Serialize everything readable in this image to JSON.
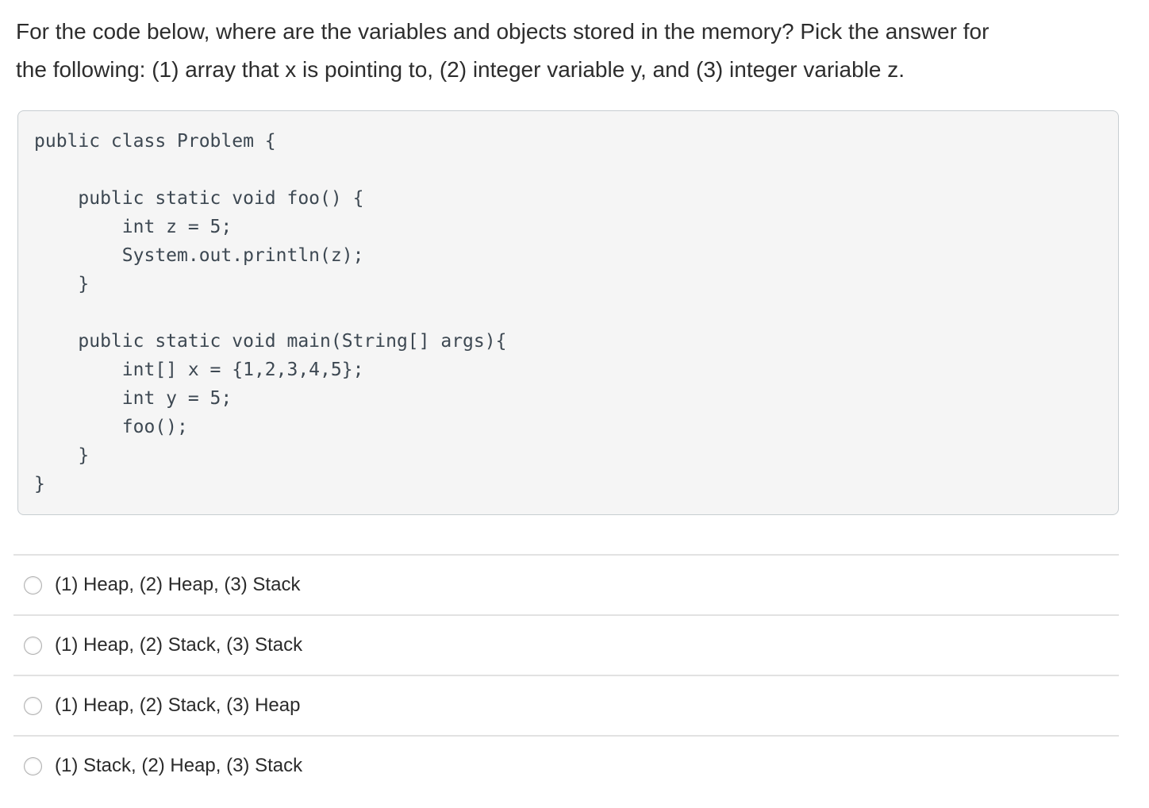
{
  "question": {
    "text": "For the code below, where are the variables and objects stored in the memory? Pick the answer for the following: (1) array that x is pointing to, (2) integer variable y, and (3) integer variable z.",
    "lines": [
      "For the code below, where are the variables and objects stored in the memory? Pick the answer for",
      "the following: (1) array that x is pointing to, (2) integer variable y, and (3) integer variable z."
    ]
  },
  "code_block": {
    "text": "public class Problem {\n\n    public static void foo() {\n        int z = 5;\n        System.out.println(z);\n    }\n\n    public static void main(String[] args){\n        int[] x = {1,2,3,4,5};\n        int y = 5;\n        foo();\n    }\n}"
  },
  "options": {
    "items": [
      {
        "label": "(1) Heap, (2) Heap, (3) Stack",
        "selected": false
      },
      {
        "label": "(1) Heap, (2) Stack, (3) Stack",
        "selected": false
      },
      {
        "label": "(1) Heap, (2) Stack, (3) Heap",
        "selected": false
      },
      {
        "label": "(1) Stack, (2) Heap, (3) Stack",
        "selected": false
      }
    ]
  },
  "colors": {
    "text": "#2d2d2d",
    "code_text": "#3d4852",
    "code_box_background": "#f5f5f5",
    "code_box_border": "#c7cdd1",
    "divider": "#e2e2e2",
    "radio_border": "#b0b0b0"
  }
}
